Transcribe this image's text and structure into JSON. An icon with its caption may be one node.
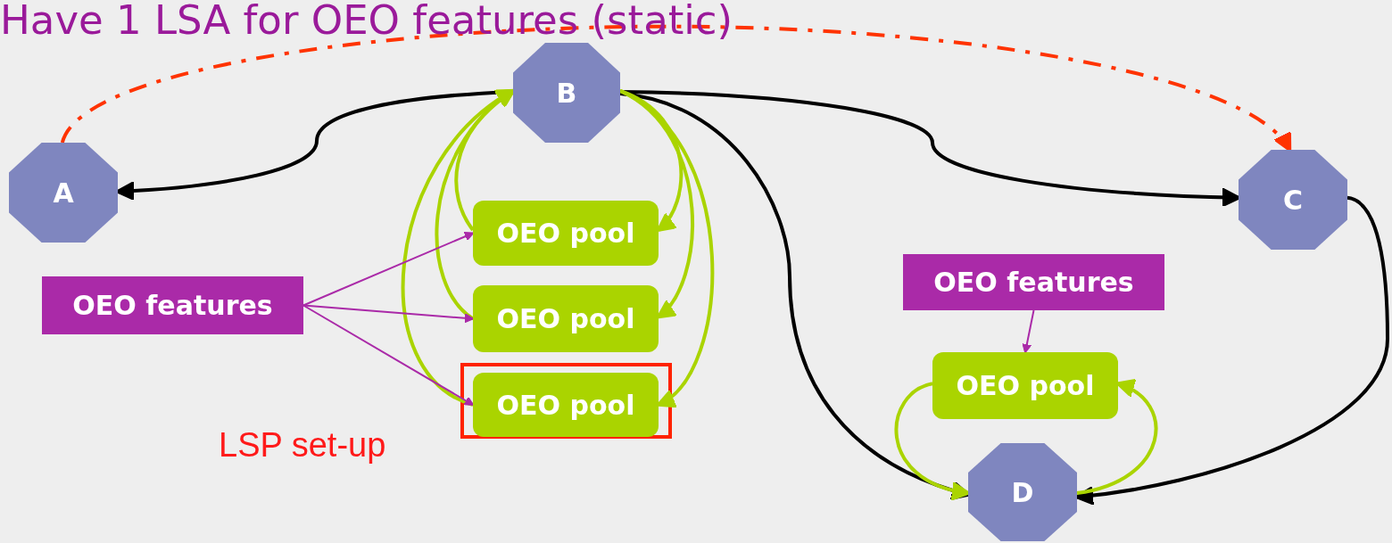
{
  "diagram": {
    "title": "Have 1 LSA for OEO features (static)",
    "nodes": [
      {
        "text": [
          "A"
        ]
      },
      {
        "text": [
          "B"
        ]
      },
      {
        "text": [
          "C"
        ]
      },
      {
        "text": [
          "D"
        ]
      },
      {
        "text": [
          "OEO features"
        ]
      },
      {
        "text": [
          "OEO pool"
        ]
      },
      {
        "text": [
          "OEO pool"
        ]
      },
      {
        "text": [
          "OEO pool"
        ]
      },
      {
        "text": [
          "OEO features"
        ]
      },
      {
        "text": [
          "OEO pool"
        ]
      }
    ],
    "edges": [
      {
        "from": 1,
        "to": 0,
        "arrow": "to",
        "color": "#000000"
      },
      {
        "from": 1,
        "to": 2,
        "arrow": "to",
        "color": "#000000"
      },
      {
        "from": 1,
        "to": 3,
        "arrow": "to",
        "color": "#000000"
      },
      {
        "from": 2,
        "to": 3,
        "arrow": "to",
        "color": "#000000"
      },
      {
        "from": 0,
        "to": 2,
        "arrow": "to",
        "style": "dashed",
        "color": "#ff3300"
      },
      {
        "from": 5,
        "to": 1,
        "arrow": "to",
        "color": "#aad400"
      },
      {
        "from": 6,
        "to": 1,
        "arrow": "to",
        "color": "#aad400"
      },
      {
        "from": 7,
        "to": 1,
        "arrow": "to",
        "color": "#aad400"
      },
      {
        "from": 1,
        "to": 5,
        "arrow": "to",
        "color": "#aad400"
      },
      {
        "from": 1,
        "to": 6,
        "arrow": "to",
        "color": "#aad400"
      },
      {
        "from": 1,
        "to": 7,
        "arrow": "to",
        "color": "#aad400"
      },
      {
        "from": 9,
        "to": 3,
        "arrow": "to",
        "color": "#aad400"
      },
      {
        "from": 3,
        "to": 9,
        "arrow": "to",
        "color": "#aad400"
      },
      {
        "from": 4,
        "to": 5,
        "arrow": "to",
        "color": "#aa2aa8"
      },
      {
        "from": 4,
        "to": 6,
        "arrow": "to",
        "color": "#aa2aa8"
      },
      {
        "from": 4,
        "to": 7,
        "arrow": "to",
        "color": "#aa2aa8"
      },
      {
        "from": 8,
        "to": 9,
        "arrow": "to",
        "color": "#aa2aa8"
      }
    ],
    "labels": [
      "LSP set-up"
    ]
  }
}
